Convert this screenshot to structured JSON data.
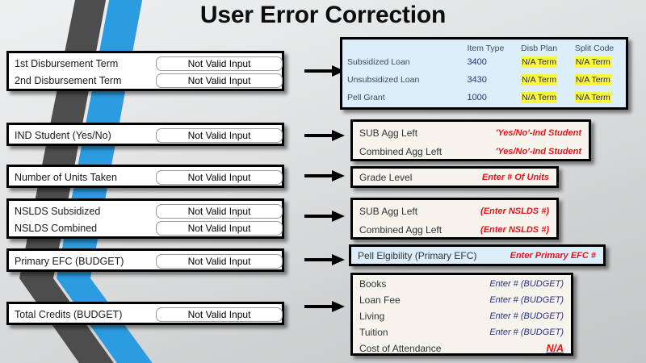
{
  "title": "User Error Correction",
  "theme": {
    "accent_blue": "#2b9ce0",
    "accent_gray": "#4d4d4d",
    "error_red": "#e8131a",
    "navy": "#28307c",
    "highlight_yellow": "#fbf53c",
    "panel_blue": "#ddeefb",
    "panel_cream": "#f7f4ee"
  },
  "left_panels": [
    {
      "name": "disbursement-terms",
      "rows": [
        {
          "label": "1st Disbursement Term",
          "value": "Not Valid Input"
        },
        {
          "label": "2nd Disbursement Term",
          "value": "Not Valid Input"
        }
      ]
    },
    {
      "name": "ind-student",
      "rows": [
        {
          "label": "IND Student (Yes/No)",
          "value": "Not Valid Input"
        }
      ]
    },
    {
      "name": "units-taken",
      "rows": [
        {
          "label": "Number of Units Taken",
          "value": "Not Valid Input"
        }
      ]
    },
    {
      "name": "nslds",
      "rows": [
        {
          "label": "NSLDS Subsidized",
          "value": "Not Valid Input"
        },
        {
          "label": "NSLDS Combined",
          "value": "Not Valid Input"
        }
      ]
    },
    {
      "name": "primary-efc",
      "rows": [
        {
          "label": "Primary EFC (BUDGET)",
          "value": "Not Valid Input"
        }
      ]
    },
    {
      "name": "total-credits",
      "rows": [
        {
          "label": "Total Credits (BUDGET)",
          "value": "Not Valid Input"
        }
      ]
    }
  ],
  "award_table": {
    "headers": [
      "",
      "Item Type",
      "Disb Plan",
      "Split Code"
    ],
    "rows": [
      {
        "label": "Subsidized Loan",
        "item_type": "3400",
        "disb_plan": "N/A Term",
        "split_code": "N/A Term"
      },
      {
        "label": "Unsubsidized Loan",
        "item_type": "3430",
        "disb_plan": "N/A Term",
        "split_code": "N/A Term"
      },
      {
        "label": "Pell Grant",
        "item_type": "1000",
        "disb_plan": "N/A Term",
        "split_code": "N/A Term"
      }
    ]
  },
  "right_panels": [
    {
      "name": "agg-ind-student",
      "rows": [
        {
          "label": "SUB Agg Left",
          "value": "'Yes/No'-Ind Student"
        },
        {
          "label": "Combined Agg Left",
          "value": "'Yes/No'-Ind Student"
        }
      ]
    },
    {
      "name": "grade-level",
      "rows": [
        {
          "label": "Grade Level",
          "value": "Enter # Of Units"
        }
      ]
    },
    {
      "name": "agg-nslds",
      "rows": [
        {
          "label": "SUB Agg Left",
          "value": "(Enter NSLDS #)"
        },
        {
          "label": "Combined Agg Left",
          "value": "(Enter NSLDS #)"
        }
      ]
    },
    {
      "name": "pell-eligibility",
      "rows": [
        {
          "label": "Pell Elgibility (Primary EFC)",
          "value": "Enter Primary EFC #"
        }
      ]
    }
  ],
  "budget_panel": {
    "name": "budget-breakdown",
    "rows": [
      {
        "label": "Books",
        "value": "Enter # (BUDGET)"
      },
      {
        "label": "Loan Fee",
        "value": "Enter # (BUDGET)"
      },
      {
        "label": "Living",
        "value": "Enter # (BUDGET)"
      },
      {
        "label": "Tuition",
        "value": "Enter # (BUDGET)"
      },
      {
        "label": "Cost of Attendance",
        "value": "N/A"
      }
    ]
  },
  "arrows": {
    "label": "flow-arrow",
    "count": 6
  }
}
